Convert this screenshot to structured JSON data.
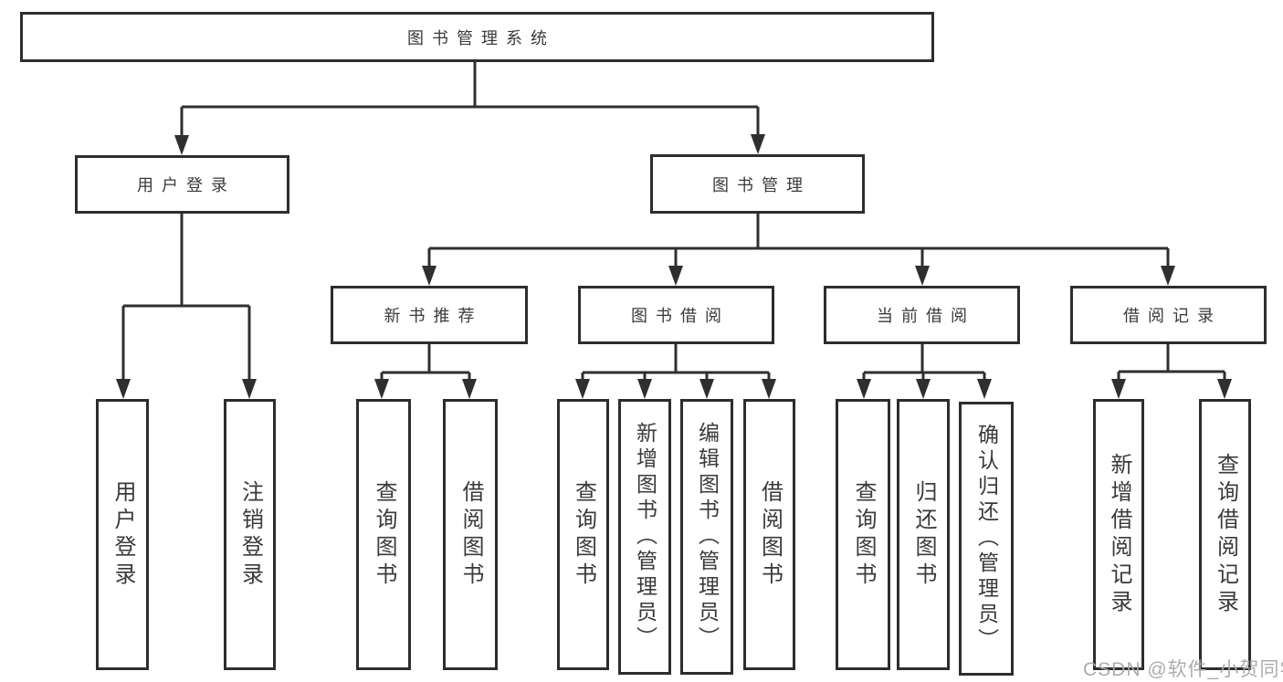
{
  "diagram": {
    "title": "图书管理系统",
    "type": "hierarchy-tree",
    "colors": {
      "line": "#2f2f2f",
      "border": "#2d2d2d",
      "text": "#3a3a3a",
      "background": "#ffffff",
      "watermark": "#a8a8aa"
    },
    "nodes": {
      "root": {
        "label": "图书管理系统"
      },
      "user_login": {
        "label": "用户登录"
      },
      "book_mgmt": {
        "label": "图书管理"
      },
      "new_book_rec": {
        "label": "新书推荐"
      },
      "book_borrow": {
        "label": "图书借阅"
      },
      "current_borrow": {
        "label": "当前借阅"
      },
      "borrow_record": {
        "label": "借阅记录"
      },
      "leaf_user_login": {
        "label": "用户登录"
      },
      "leaf_logout": {
        "label": "注销登录"
      },
      "leaf_query_books_rec": {
        "label": "查询图书"
      },
      "leaf_borrow_books_rec": {
        "label": "借阅图书"
      },
      "leaf_query_books_borrow": {
        "label": "查询图书"
      },
      "leaf_add_books_admin": {
        "label": "新增图书（管理员）"
      },
      "leaf_edit_books_admin": {
        "label": "编辑图书（管理员）"
      },
      "leaf_borrow_books_borrow": {
        "label": "借阅图书"
      },
      "leaf_query_books_current": {
        "label": "查询图书"
      },
      "leaf_return_books": {
        "label": "归还图书"
      },
      "leaf_confirm_return_admin": {
        "label": "确认归还（管理员）"
      },
      "leaf_add_borrow_record": {
        "label": "新增借阅记录"
      },
      "leaf_query_borrow_record": {
        "label": "查询借阅记录"
      }
    },
    "hierarchy": {
      "root": [
        "user_login",
        "book_mgmt"
      ],
      "user_login": [
        "leaf_user_login",
        "leaf_logout"
      ],
      "book_mgmt": [
        "new_book_rec",
        "book_borrow",
        "current_borrow",
        "borrow_record"
      ],
      "new_book_rec": [
        "leaf_query_books_rec",
        "leaf_borrow_books_rec"
      ],
      "book_borrow": [
        "leaf_query_books_borrow",
        "leaf_add_books_admin",
        "leaf_edit_books_admin",
        "leaf_borrow_books_borrow"
      ],
      "current_borrow": [
        "leaf_query_books_current",
        "leaf_return_books",
        "leaf_confirm_return_admin"
      ],
      "borrow_record": [
        "leaf_add_borrow_record",
        "leaf_query_borrow_record"
      ]
    },
    "watermark": "CSDN @软件_小贺同学"
  }
}
